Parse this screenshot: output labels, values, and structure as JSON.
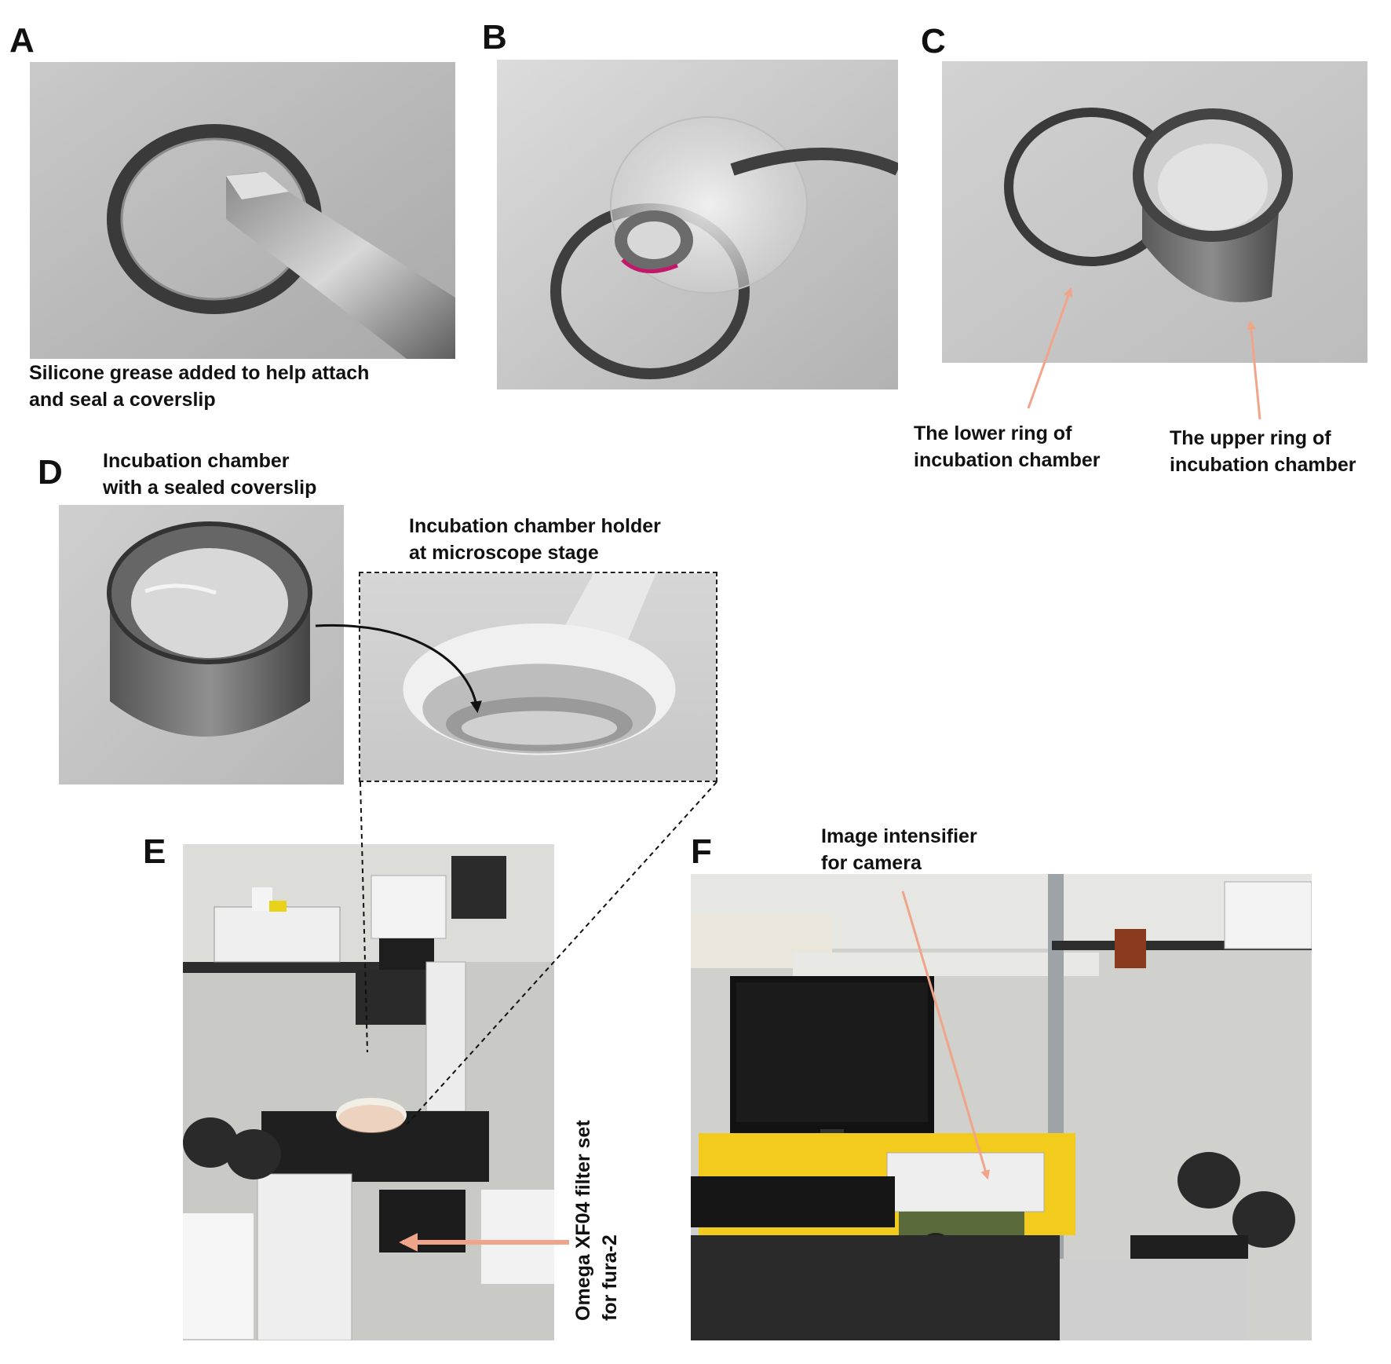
{
  "panels": {
    "a": {
      "letter": "A",
      "caption_line1": "Silicone grease added to help attach",
      "caption_line2": "and seal a coverslip"
    },
    "b": {
      "letter": "B"
    },
    "c": {
      "letter": "C",
      "lower_label_line1": "The lower ring of",
      "lower_label_line2": "incubation chamber",
      "upper_label_line1": "The upper ring of",
      "upper_label_line2": "incubation chamber"
    },
    "d": {
      "letter": "D",
      "chamber_label_line1": "Incubation chamber",
      "chamber_label_line2": "with a sealed coverslip",
      "holder_label_line1": "Incubation chamber holder",
      "holder_label_line2": "at microscope stage"
    },
    "e": {
      "letter": "E",
      "filter_label_line1": "Omega XF04 filter set",
      "filter_label_line2": "for fura-2"
    },
    "f": {
      "letter": "F",
      "intensifier_label_line1": "Image intensifier",
      "intensifier_label_line2": "for camera"
    }
  },
  "colors": {
    "arrow": "#f0a58a",
    "text": "#111111",
    "background": "#ffffff"
  }
}
